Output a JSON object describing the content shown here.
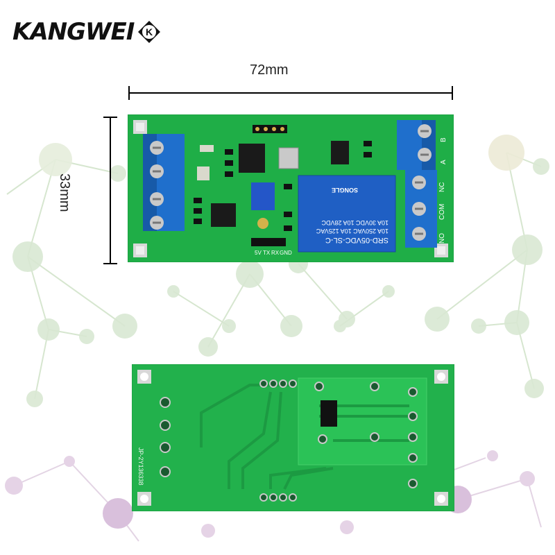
{
  "brand": {
    "logo_text": "KANGWEI",
    "badge_letters": "K"
  },
  "dimensions": {
    "width_label": "72mm",
    "height_label": "33mm"
  },
  "top_board": {
    "relay_lines": [
      "SRD-05VDC-SL-C",
      "10A 250VAC 10A 125VAC",
      "10A 30VDC 10A 28VDC",
      "SONGLE"
    ],
    "terminal_labels_right": [
      "NC",
      "COM",
      "NO"
    ],
    "header_labels": [
      "5V",
      "TX",
      "RX",
      "GND"
    ],
    "side_labels": [
      "B",
      "A"
    ]
  },
  "bottom_board": {
    "silkscreen_text": "JP-2Y136338"
  },
  "colors": {
    "pcb": "#22b14c",
    "terminal": "#1e6fc9",
    "relay": "#1f5fc4",
    "network": "#c8dcc0"
  }
}
